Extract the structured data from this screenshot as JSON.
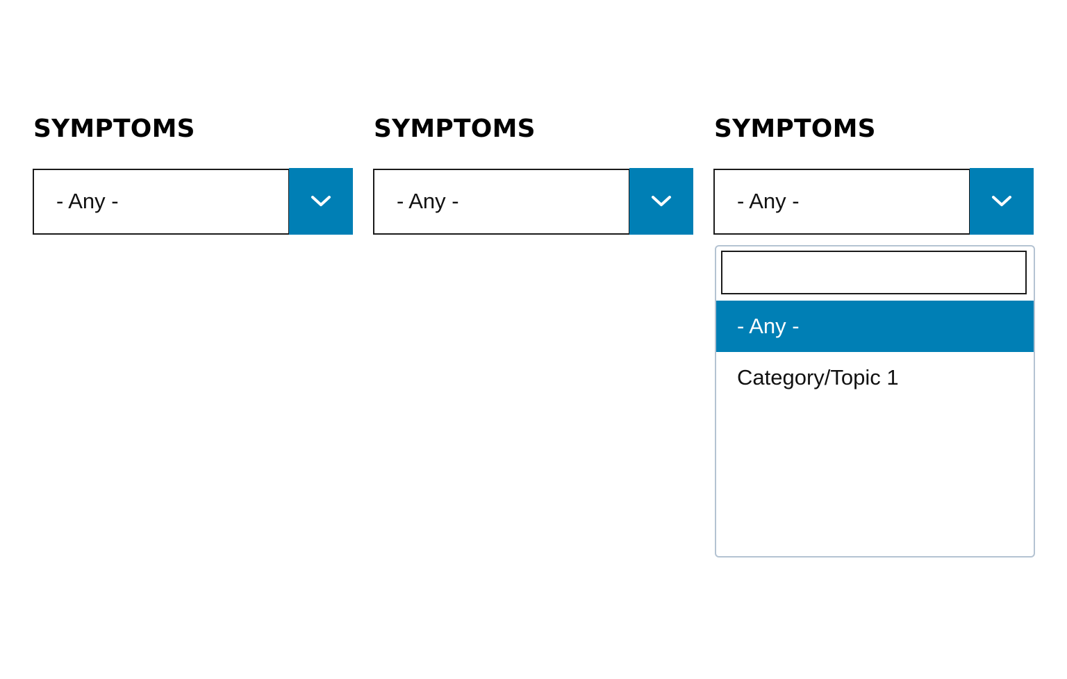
{
  "accent_color": "#007fb5",
  "filters": [
    {
      "label": "SYMPTOMS",
      "selected_value": "- Any -",
      "toggle_icon": "chevron-down-icon"
    },
    {
      "label": "SYMPTOMS",
      "selected_value": "- Any -",
      "toggle_icon": "chevron-down-icon"
    },
    {
      "label": "SYMPTOMS",
      "selected_value": "- Any -",
      "toggle_icon": "chevron-down-icon",
      "dropdown": {
        "search_value": "",
        "options": [
          {
            "label": "- Any -",
            "selected": true
          },
          {
            "label": "Category/Topic 1",
            "selected": false
          }
        ]
      }
    }
  ]
}
